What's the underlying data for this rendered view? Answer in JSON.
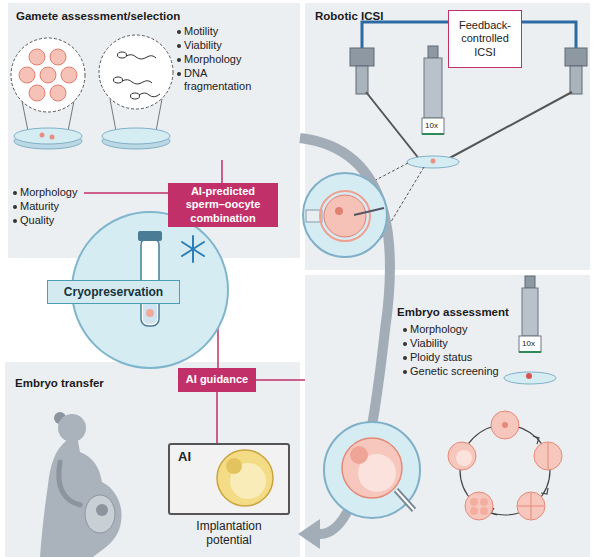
{
  "diagram": {
    "nodes": [
      {
        "text": [
          "Gamete assessment/selection",
          "Motility",
          "Viability",
          "Morphology",
          "DNA fragmentation",
          "Morphology",
          "Maturity",
          "Quality"
        ]
      },
      {
        "text": [
          "AI-predicted sperm–oocyte combination"
        ],
        "in": 0
      },
      {
        "text": [
          "Robotic ICSI"
        ]
      },
      {
        "text": [
          "Feedback-controlled ICSI"
        ],
        "in": 2
      },
      {
        "text": [
          "Cryopreservation"
        ]
      },
      {
        "text": [
          "Embryo assessment",
          "Morphology",
          "Viability",
          "Ploidy status",
          "Genetic screening"
        ]
      },
      {
        "text": [
          "Embryo transfer"
        ]
      },
      {
        "text": [
          "AI guidance"
        ],
        "in": 6
      },
      {
        "text": [
          "AI",
          "Implantation potential"
        ],
        "in": 6
      }
    ],
    "edges": [
      {
        "from": 0,
        "to": 6,
        "arrow": "to"
      },
      {
        "from": 7,
        "to": 5,
        "arrow": "none"
      },
      {
        "from": 7,
        "to": 8,
        "arrow": "none"
      }
    ],
    "labels": [
      "10x",
      "10x"
    ]
  }
}
